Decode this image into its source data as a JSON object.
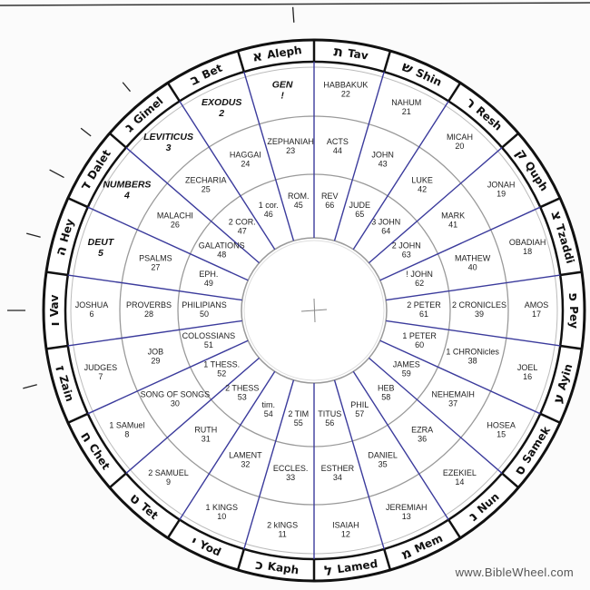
{
  "credit": "www.BibleWheel.com",
  "colors": {
    "spoke": "#3b3b9c",
    "ring": "#9a9a9a",
    "band": "#111111"
  },
  "letters": [
    {
      "glyph": "א",
      "name": "Aleph"
    },
    {
      "glyph": "ב",
      "name": "Bet"
    },
    {
      "glyph": "ג",
      "name": "Gimel"
    },
    {
      "glyph": "ד",
      "name": "Dalet"
    },
    {
      "glyph": "ה",
      "name": "Hey"
    },
    {
      "glyph": "ו",
      "name": "Vav"
    },
    {
      "glyph": "ז",
      "name": "Zain"
    },
    {
      "glyph": "ח",
      "name": "Chet"
    },
    {
      "glyph": "ט",
      "name": "Tet"
    },
    {
      "glyph": "י",
      "name": "Yod"
    },
    {
      "glyph": "כ",
      "name": "Kaph"
    },
    {
      "glyph": "ל",
      "name": "Lamed"
    },
    {
      "glyph": "מ",
      "name": "Mem"
    },
    {
      "glyph": "נ",
      "name": "Nun"
    },
    {
      "glyph": "ס",
      "name": "Samek"
    },
    {
      "glyph": "ע",
      "name": "Ayin"
    },
    {
      "glyph": "פ",
      "name": "Pey"
    },
    {
      "glyph": "צ",
      "name": "Tzaddi"
    },
    {
      "glyph": "ק",
      "name": "Quph"
    },
    {
      "glyph": "ר",
      "name": "Resh"
    },
    {
      "glyph": "ש",
      "name": "Shin"
    },
    {
      "glyph": "ת",
      "name": "Tav"
    }
  ],
  "books": [
    {
      "name": "GEN",
      "num": "!"
    },
    {
      "name": "EXODUS",
      "num": "2"
    },
    {
      "name": "LEVITICUS",
      "num": "3"
    },
    {
      "name": "NUMBERS",
      "num": "4"
    },
    {
      "name": "DEUT",
      "num": "5"
    },
    {
      "name": "JOSHUA",
      "num": "6"
    },
    {
      "name": "JUDGES",
      "num": "7"
    },
    {
      "name": "1 SAMuel",
      "num": "8"
    },
    {
      "name": "2 SAMUEL",
      "num": "9"
    },
    {
      "name": "1  KINGS",
      "num": "10"
    },
    {
      "name": "2  kINGS",
      "num": "11"
    },
    {
      "name": "ISAIAH",
      "num": "12"
    },
    {
      "name": "JEREMIAH",
      "num": "13"
    },
    {
      "name": "EZEKIEL",
      "num": "14"
    },
    {
      "name": "HOSEA",
      "num": "15"
    },
    {
      "name": "JOEL",
      "num": "16"
    },
    {
      "name": "AMOS",
      "num": "17"
    },
    {
      "name": "OBADIAH",
      "num": "18"
    },
    {
      "name": "JONAH",
      "num": "19"
    },
    {
      "name": "MICAH",
      "num": "20"
    },
    {
      "name": "NAHUM",
      "num": "21"
    },
    {
      "name": "HABBAKUK",
      "num": "22"
    },
    {
      "name": "ZEPHANIAH",
      "num": "23"
    },
    {
      "name": "HAGGAI",
      "num": "24"
    },
    {
      "name": "ZECHARIA",
      "num": "25"
    },
    {
      "name": "MALACHI",
      "num": "26"
    },
    {
      "name": "PSALMS",
      "num": "27"
    },
    {
      "name": "PROVERBS",
      "num": "28"
    },
    {
      "name": "JOB",
      "num": "29"
    },
    {
      "name": "SONG OF SONGS",
      "num": "30"
    },
    {
      "name": "RUTH",
      "num": "31"
    },
    {
      "name": "LAMENT",
      "num": "32"
    },
    {
      "name": "ECCLES.",
      "num": "33"
    },
    {
      "name": "ESTHER",
      "num": "34"
    },
    {
      "name": "DANIEL",
      "num": "35"
    },
    {
      "name": "EZRA",
      "num": "36"
    },
    {
      "name": "NEHEMAIH",
      "num": "37"
    },
    {
      "name": "1 CHRONicles",
      "num": "38"
    },
    {
      "name": "2  CRONICLES",
      "num": "39"
    },
    {
      "name": "MATHEW",
      "num": "40"
    },
    {
      "name": "MARK",
      "num": "41"
    },
    {
      "name": "LUKE",
      "num": "42"
    },
    {
      "name": "JOHN",
      "num": "43"
    },
    {
      "name": "ACTS",
      "num": "44"
    },
    {
      "name": "ROM.",
      "num": "45"
    },
    {
      "name": "1  cor.",
      "num": "46"
    },
    {
      "name": "2 COR.",
      "num": "47"
    },
    {
      "name": "GALATIONS",
      "num": "48"
    },
    {
      "name": "EPH.",
      "num": "49"
    },
    {
      "name": "PHILIPIANS",
      "num": "50"
    },
    {
      "name": "COLOSSIANS",
      "num": "51"
    },
    {
      "name": "1  THESS.",
      "num": "52"
    },
    {
      "name": "2 THESS",
      "num": "53"
    },
    {
      "name": "tim.",
      "num": "54"
    },
    {
      "name": "2 TIM",
      "num": "55"
    },
    {
      "name": "TITUS",
      "num": "56"
    },
    {
      "name": "PHIL",
      "num": "57"
    },
    {
      "name": "HEB",
      "num": "58"
    },
    {
      "name": "JAMES",
      "num": "59"
    },
    {
      "name": "1 PETER",
      "num": "60"
    },
    {
      "name": "2 PETER",
      "num": "61"
    },
    {
      "name": "! JOHN",
      "num": "62"
    },
    {
      "name": "2 JOHN",
      "num": "63"
    },
    {
      "name": "3 JOHN",
      "num": "64"
    },
    {
      "name": "JUDE",
      "num": "65"
    },
    {
      "name": "REV",
      "num": "66"
    }
  ]
}
